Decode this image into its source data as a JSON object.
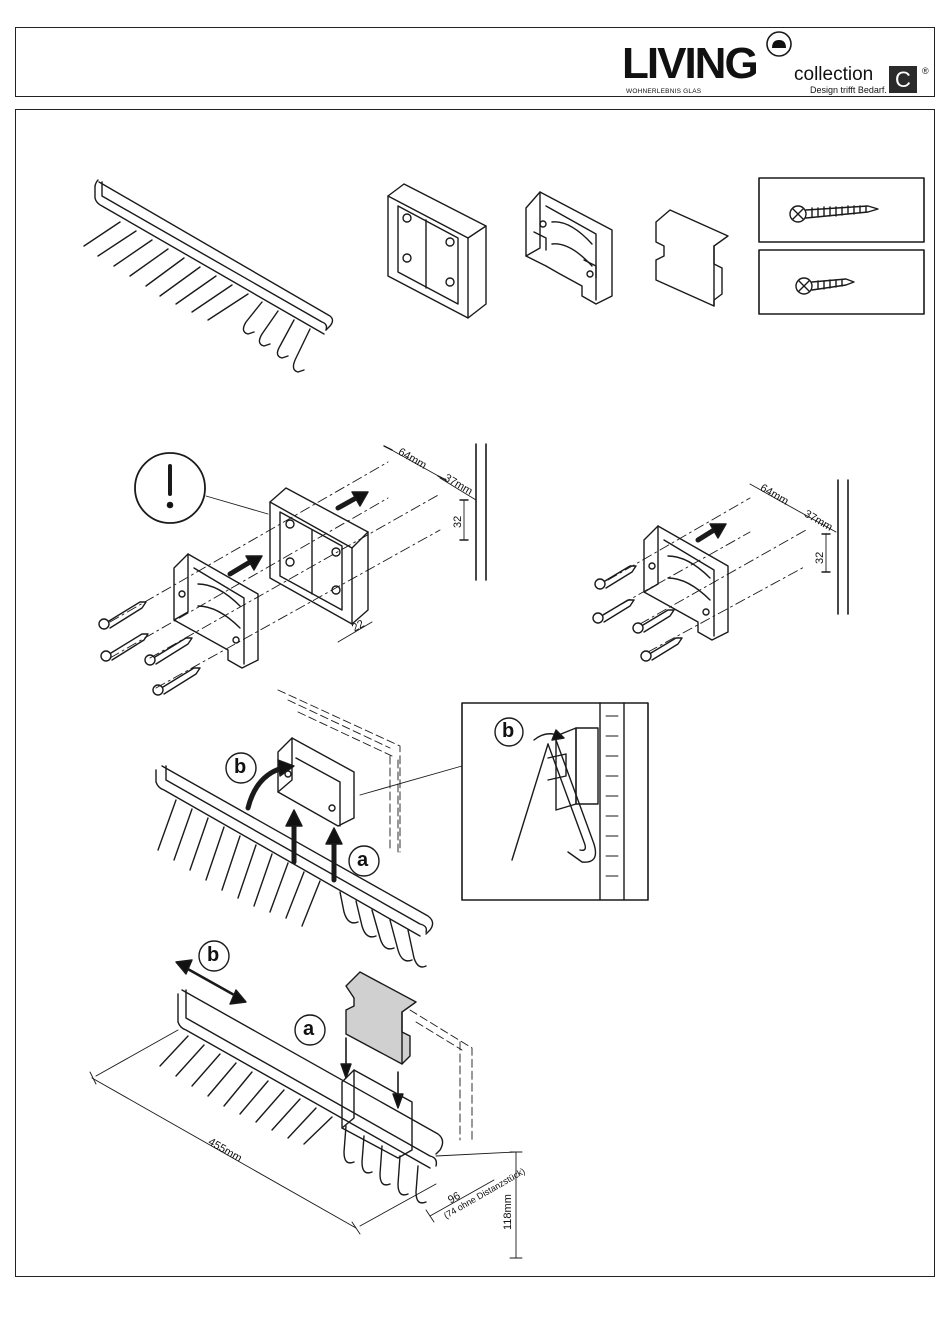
{
  "header": {
    "brand": "LIVING",
    "brand_sub": "WOHNERLEBNIS GLAS",
    "collection": "collection",
    "collection_letter": "C",
    "registered": "®",
    "tagline": "Design trifft Bedarf."
  },
  "step2": {
    "warning": "!",
    "dim_spacing": "64mm",
    "dim_wall": "37mm",
    "dim_vertical": "32",
    "dim_depth": "22"
  },
  "step2b": {
    "dim_spacing": "64mm",
    "dim_wall": "37mm",
    "dim_vertical": "32"
  },
  "step3": {
    "label_b": "b",
    "label_a": "a",
    "detail_label": "b"
  },
  "step4": {
    "label_b": "b",
    "label_a": "a",
    "dim_length": "455mm",
    "dim_depth": "96",
    "dim_depth_note": "(74 ohne Distanzstück)",
    "dim_height": "118mm"
  }
}
